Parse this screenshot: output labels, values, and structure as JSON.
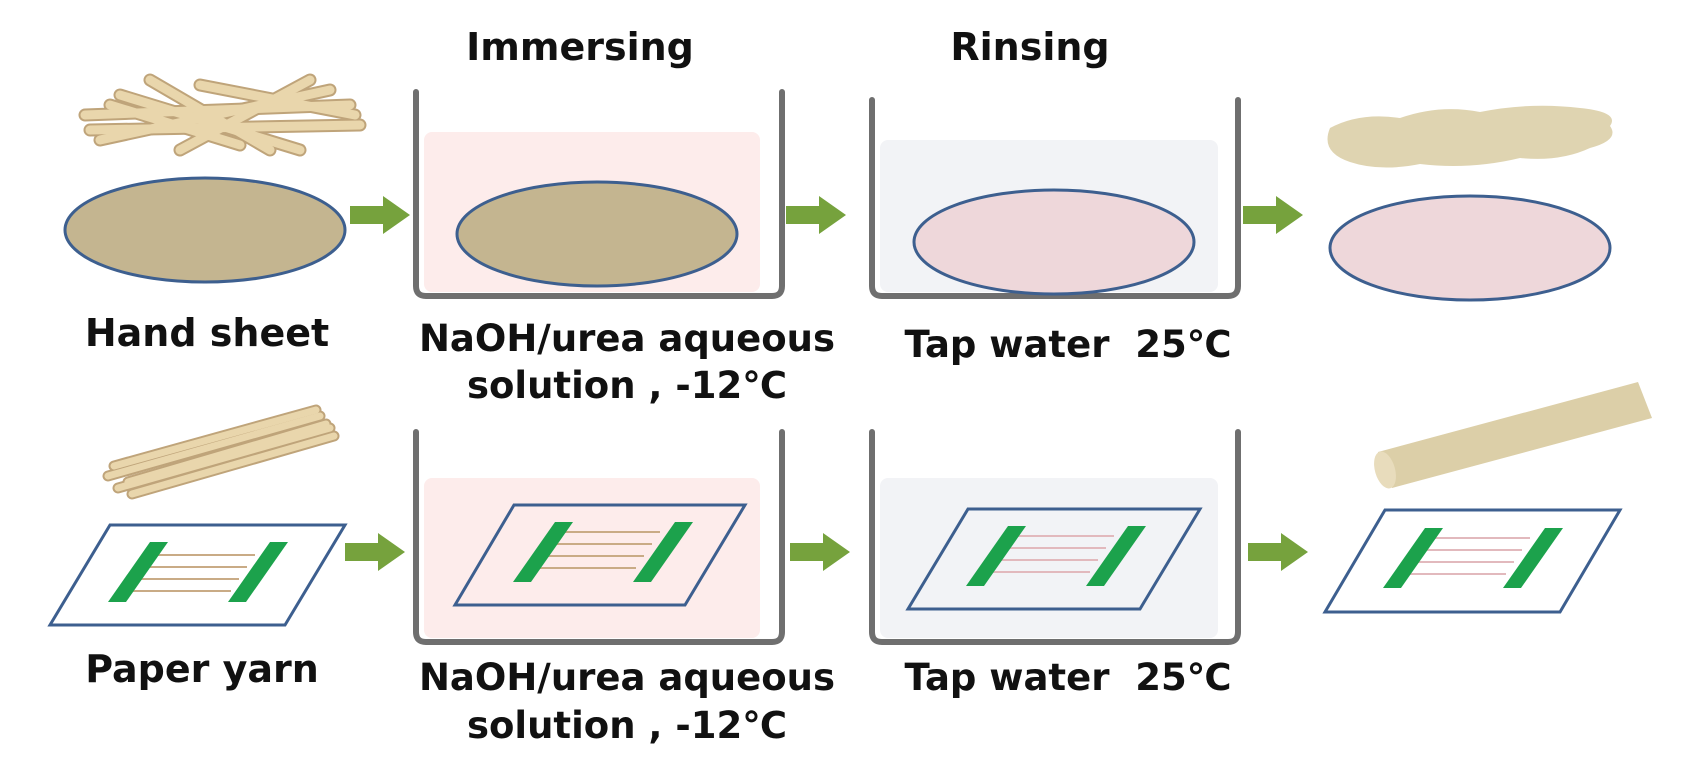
{
  "steps": {
    "immersing": "Immersing",
    "rinsing": "Rinsing"
  },
  "rows": [
    {
      "sample": "Hand sheet",
      "solution_line1": "NaOH/urea aqueous",
      "solution_line2": "solution , -12℃",
      "rinse": "Tap water  25℃"
    },
    {
      "sample": "Paper yarn",
      "solution_line1": "NaOH/urea aqueous",
      "solution_line2": "solution , -12℃",
      "rinse": "Tap water  25℃"
    }
  ],
  "colors": {
    "sheet_untreated": "#c4b590",
    "sheet_treated": "#eed7da",
    "outline": "#3d5f8f",
    "arrow": "#76a23d",
    "beaker": "#6f6f6f",
    "naoh_solution": "#fdeceb",
    "tap_water": "#f2f3f6",
    "frame_tab": "#1ca24c",
    "fiber": "#e9d6ac",
    "fiber_edge": "#bfa47a",
    "yarn_line": "#c9ab86",
    "yarn_line_treated": "#e2b9bd",
    "treated_texture": "#dccfa8"
  }
}
